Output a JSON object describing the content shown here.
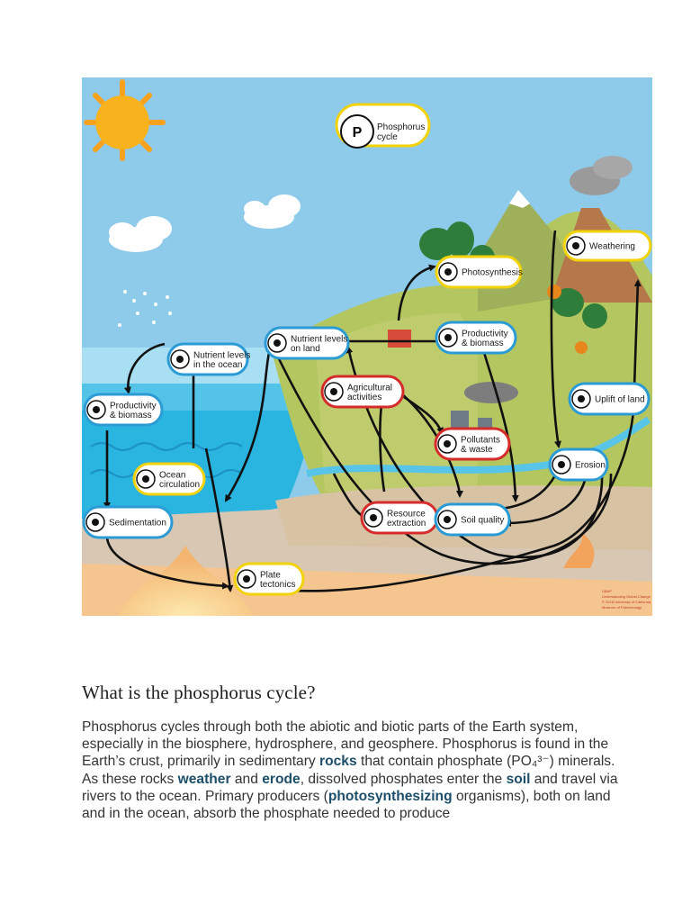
{
  "figure": {
    "title_label": [
      "Phosphorus",
      "cycle"
    ],
    "nodes": [
      {
        "id": "nutrient-ocean",
        "lines": [
          "Nutrient levels",
          "in the ocean"
        ],
        "border": "#2b9bd6"
      },
      {
        "id": "nutrient-land",
        "lines": [
          "Nutrient levels",
          "on land"
        ],
        "border": "#2b9bd6"
      },
      {
        "id": "productivity-ocean",
        "lines": [
          "Productivity",
          "& biomass"
        ],
        "border": "#2b9bd6"
      },
      {
        "id": "productivity-land",
        "lines": [
          "Productivity",
          "& biomass"
        ],
        "border": "#2b9bd6"
      },
      {
        "id": "photosynthesis",
        "lines": [
          "Photosynthesis"
        ],
        "border": "#f2d20a"
      },
      {
        "id": "weathering",
        "lines": [
          "Weathering"
        ],
        "border": "#f2d20a"
      },
      {
        "id": "uplift",
        "lines": [
          "Uplift of land"
        ],
        "border": "#2b9bd6"
      },
      {
        "id": "erosion",
        "lines": [
          "Erosion"
        ],
        "border": "#2b9bd6"
      },
      {
        "id": "agricultural",
        "lines": [
          "Agricultural",
          "activities"
        ],
        "border": "#d62b2b"
      },
      {
        "id": "pollutants",
        "lines": [
          "Pollutants",
          "& waste"
        ],
        "border": "#d62b2b"
      },
      {
        "id": "resource",
        "lines": [
          "Resource",
          "extraction"
        ],
        "border": "#d62b2b"
      },
      {
        "id": "soil",
        "lines": [
          "Soil quality"
        ],
        "border": "#2b9bd6"
      },
      {
        "id": "ocean-circulation",
        "lines": [
          "Ocean",
          "circulation"
        ],
        "border": "#f2d20a"
      },
      {
        "id": "sedimentation",
        "lines": [
          "Sedimentation"
        ],
        "border": "#2b9bd6"
      },
      {
        "id": "plate",
        "lines": [
          "Plate",
          "tectonics"
        ],
        "border": "#f2d20a"
      }
    ],
    "credit": [
      "UBAP",
      "Understanding Global Change",
      "© 2018 University of California",
      "Museum of Paleontology"
    ]
  },
  "article": {
    "heading": "What is the phosphorus cycle?",
    "body": [
      {
        "t": "Phosphorus cycles through both the abiotic and biotic parts of the Earth system, especially in the biosphere, hydrosphere, and geosphere. Phosphorus is found in the Earth’s crust, primarily in sedimentary "
      },
      {
        "t": "rocks",
        "k": true
      },
      {
        "t": " that contain phosphate (PO₄³⁻) minerals. As these rocks "
      },
      {
        "t": "weather",
        "k": true
      },
      {
        "t": " and "
      },
      {
        "t": "erode",
        "k": true
      },
      {
        "t": ", dissolved phosphates enter the "
      },
      {
        "t": "soil",
        "k": true
      },
      {
        "t": " and travel via rivers to the ocean. Primary producers ("
      },
      {
        "t": "photosynthesizing",
        "k": true
      },
      {
        "t": " organisms), both on land and in the ocean, absorb the phosphate needed to produce"
      }
    ]
  }
}
